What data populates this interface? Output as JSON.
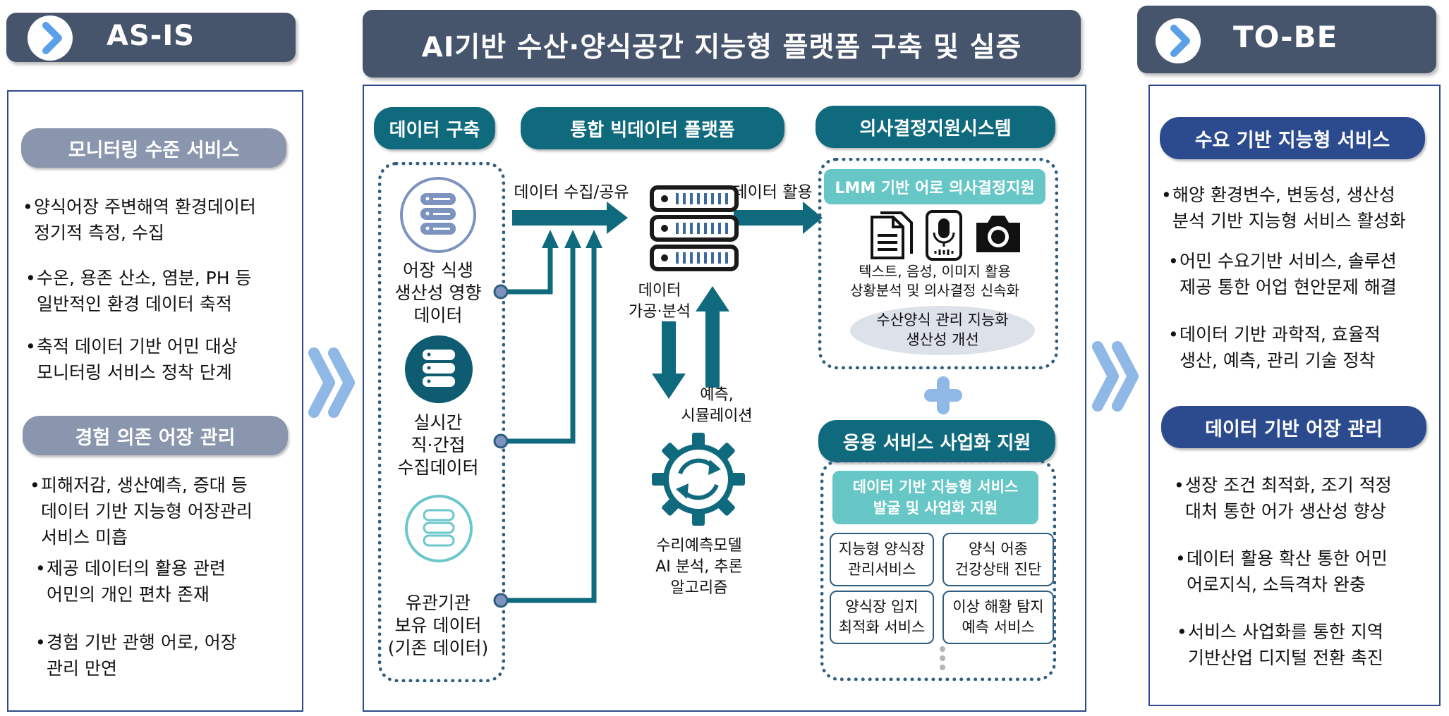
{
  "as_is": {
    "title": "AS-IS",
    "section1": {
      "title": "모니터링 수준 서비스",
      "items": [
        [
          "양식어장 주변해역 환경데이터",
          "정기적 측정, 수집"
        ],
        [
          "수온, 용존 산소, 염분, PH 등",
          "일반적인 환경 데이터 축적"
        ],
        [
          "축적 데이터 기반 어민 대상",
          "모니터링 서비스 정착 단계"
        ]
      ]
    },
    "section2": {
      "title": "경험 의존 어장 관리",
      "items": [
        [
          "피해저감, 생산예측,  증대 등",
          "데이터 기반 지능형 어장관리",
          "서비스 미흡"
        ],
        [
          "제공 데이터의 활용 관련",
          "어민의 개인 편차 존재"
        ],
        [
          "경험 기반 관행 어로, 어장",
          "관리 만연"
        ]
      ]
    }
  },
  "center": {
    "title": "AI기반 수산·양식공간 지능형 플랫폼 구축 및 실증",
    "data_build": {
      "title": "데이터 구축",
      "sources": [
        [
          "어장 식생",
          "생산성 영향",
          "데이터"
        ],
        [
          "실시간",
          "직·간접",
          "수집데이터"
        ],
        [
          "유관기관",
          "보유 데이터",
          "(기존 데이터)"
        ]
      ]
    },
    "platform": {
      "title": "통합 빅데이터 플랫폼",
      "collect_label": "데이터 수집/공유",
      "use_label": "데이터 활용",
      "process_label": [
        "데이터",
        "가공·분석"
      ],
      "predict_label": [
        "예측,",
        "시뮬레이션"
      ],
      "model_label": [
        "수리예측모델",
        "AI 분석, 추론",
        "알고리즘"
      ]
    },
    "dss": {
      "title": "의사결정지원시스템",
      "lmm_title": "LMM 기반 어로 의사결정지원",
      "caption": [
        "텍스트, 음성, 이미지 활용",
        "상황분석 및 의사결정 신속화"
      ],
      "ellipse": [
        "수산양식 관리 지능화",
        "생산성 개선"
      ]
    },
    "biz": {
      "title": "응용 서비스 사업화 지원",
      "banner": [
        "데이터 기반 지능형 서비스",
        "발굴 및 사업화 지원"
      ],
      "services": [
        [
          "지능형 양식장",
          "관리서비스"
        ],
        [
          "양식 어종",
          "건강상태 진단"
        ],
        [
          "양식장 입지",
          "최적화 서비스"
        ],
        [
          "이상 해황 탐지",
          "예측 서비스"
        ]
      ]
    }
  },
  "to_be": {
    "title": "TO-BE",
    "section1": {
      "title": "수요 기반 지능형 서비스",
      "items": [
        [
          "해양 환경변수, 변동성, 생산성",
          "분석 기반 지능형 서비스 활성화"
        ],
        [
          "어민 수요기반 서비스, 솔루션",
          "제공 통한 어업 현안문제 해결"
        ],
        [
          "데이터 기반 과학적, 효율적",
          "생산, 예측, 관리 기술 정착"
        ]
      ]
    },
    "section2": {
      "title": "데이터 기반 어장 관리",
      "items": [
        [
          "생장 조건 최적화, 조기 적정",
          "대처 통한 어가 생산성 향상"
        ],
        [
          "데이터  활용  확산  통한  어민",
          "어로지식, 소득격차 완충"
        ],
        [
          "서비스 사업화를 통한 지역",
          "기반산업 디지털 전환 촉진"
        ]
      ]
    }
  },
  "colors": {
    "header": "#46556c",
    "teal": "#0f6a7e",
    "navy": "#2c4b8f",
    "gray_pill": "#8a96ad",
    "light_teal": "#67c6c6",
    "chevron": "#8fb8e6"
  }
}
